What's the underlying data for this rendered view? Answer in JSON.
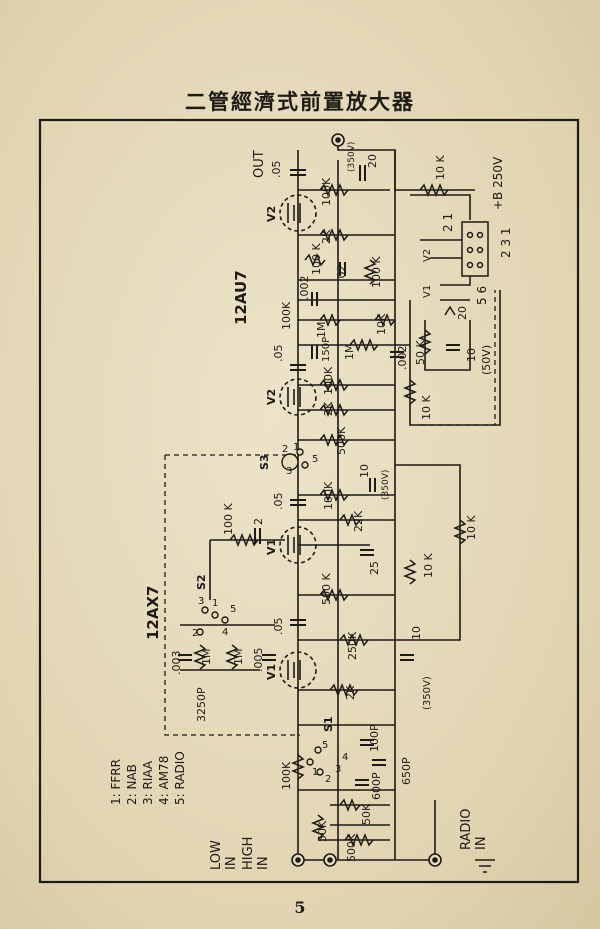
{
  "title": "二管經濟式前置放大器",
  "page_number": "5",
  "tubes": {
    "v1": "V1",
    "v2": "V2",
    "v2_power": "V2",
    "v1_power": "V1",
    "type_12ax7": "12AX7",
    "type_12au7": "12AU7"
  },
  "switches": {
    "s1": "S1",
    "s2": "S2",
    "s3": "S3"
  },
  "connectors": {
    "out": "OUT",
    "radio_in": "RADIO\nIN",
    "high_in": "HIGH\nIN",
    "low_in": "LOW\nIN",
    "bplus": "+B\n250V"
  },
  "legend": [
    "1: FFRR",
    "2: NAB",
    "3: RIAA",
    "4: AM78",
    "5: RADIO"
  ],
  "components": {
    "c05a": ".05",
    "c20": "20",
    "c350a": "(350V)",
    "r100k_a": "100K",
    "r2k_a": "2K",
    "r10k_b": "10 K",
    "r100k_b": "100 K",
    "c002a": ".002",
    "c02": ".02",
    "r100k_c": "100 K",
    "r100k_d": "100K",
    "r1m_a": "1M",
    "r1m_b": "1M",
    "r10k_c": "10K",
    "c150p": "150P",
    "c05b": ".05",
    "r100k_e": "100K",
    "r2k_b": "2K",
    "c002b": ".002",
    "r50k_a": "50 K",
    "r10k_d": "10 K",
    "c10a": "10",
    "c50v": "(50V)",
    "r20": "20",
    "r500k_a": "500K",
    "c05c": ".05",
    "r100k_f": "100K",
    "c10b": "10",
    "c350b": "(350V)",
    "r22k": "22K",
    "c25": "25",
    "r100k_g": "100 K",
    "c2": "2",
    "r10k_e": "10 K",
    "r10k_f": "10 K",
    "r500k_b": "500 K",
    "c003": ".003",
    "r1m_c": "1M",
    "r1m_d": "1M",
    "c005": ".005",
    "c05d": ".05",
    "r250k": "250K",
    "c10c": "10",
    "c350c": "(350V)",
    "r2k_c": "2K",
    "c3250p": "3250P",
    "r100k_h": "100K",
    "c100p": "100P",
    "c650p": "650P",
    "c600p": "600P",
    "r50k_b": "50K",
    "r50k_c": "50K",
    "r500k_c": "500K",
    "pins_5_6": "5 6",
    "pins_2_3_1": "2 3 1",
    "pins_21": "2 1"
  },
  "switch_positions": {
    "s1": [
      "1",
      "2",
      "3",
      "4",
      "5"
    ],
    "s2": [
      "3",
      "1",
      "2",
      "5",
      "4"
    ],
    "s3": [
      "2",
      "1",
      "3",
      "5"
    ]
  }
}
